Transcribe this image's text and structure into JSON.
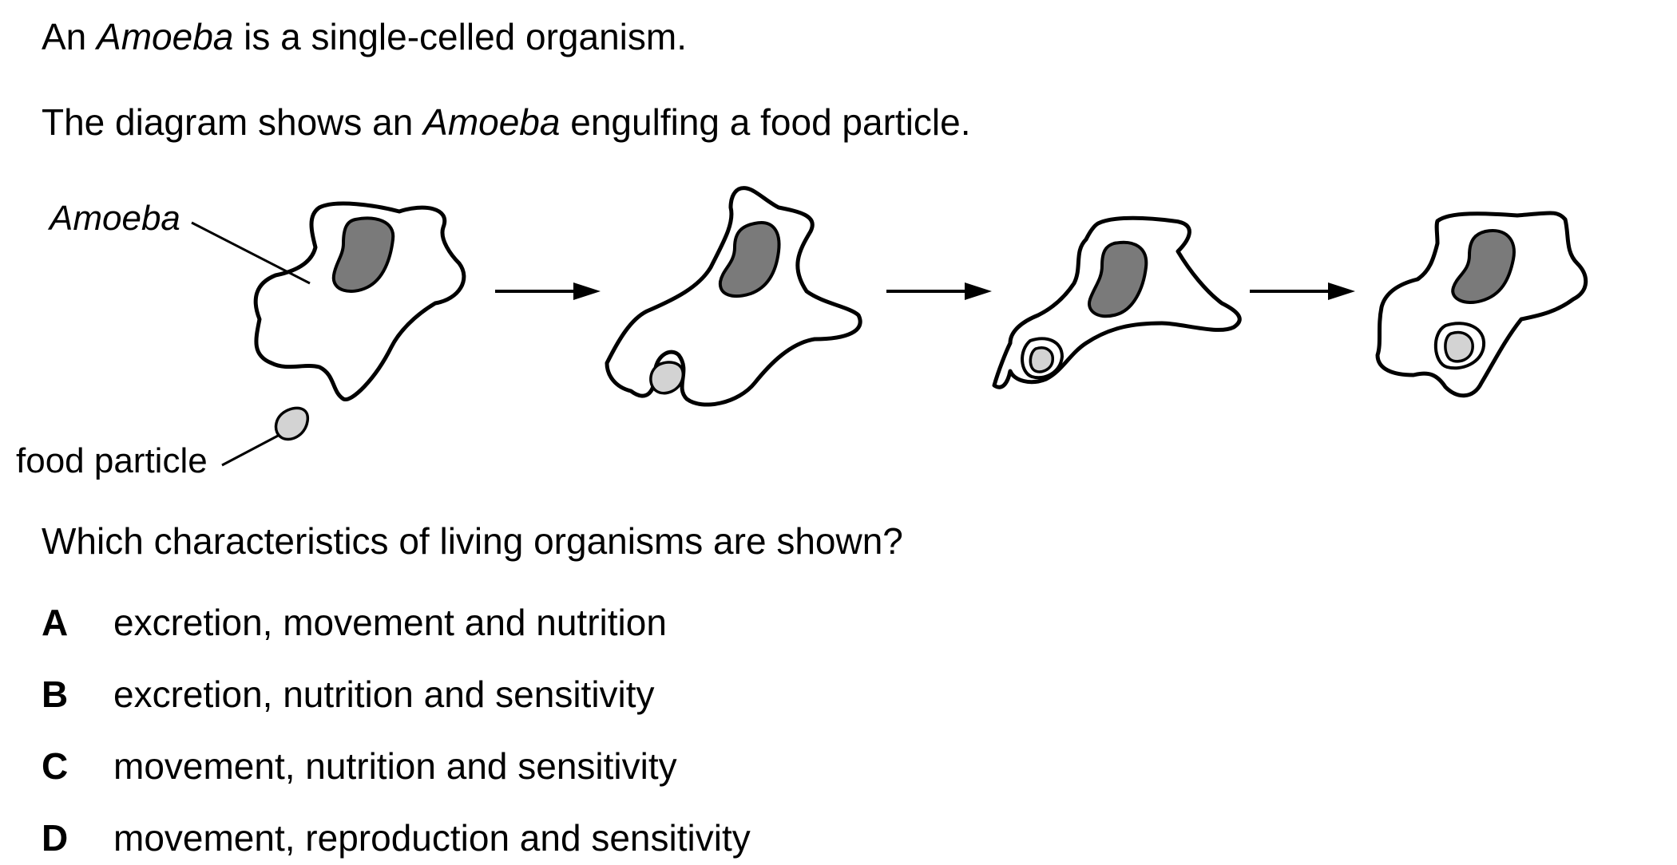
{
  "intro": {
    "line1_before": "An ",
    "line1_italic": "Amoeba",
    "line1_after": " is a single-celled organism.",
    "line2_before": "The diagram shows an ",
    "line2_italic": "Amoeba",
    "line2_after": " engulfing a food particle."
  },
  "diagram": {
    "labels": {
      "amoeba": "Amoeba",
      "food_particle": "food particle"
    }
  },
  "question": "Which characteristics of living organisms are shown?",
  "options": [
    {
      "letter": "A",
      "text": "excretion, movement and nutrition"
    },
    {
      "letter": "B",
      "text": "excretion, nutrition and sensitivity"
    },
    {
      "letter": "C",
      "text": "movement, nutrition and sensitivity"
    },
    {
      "letter": "D",
      "text": "movement, reproduction and sensitivity"
    }
  ]
}
